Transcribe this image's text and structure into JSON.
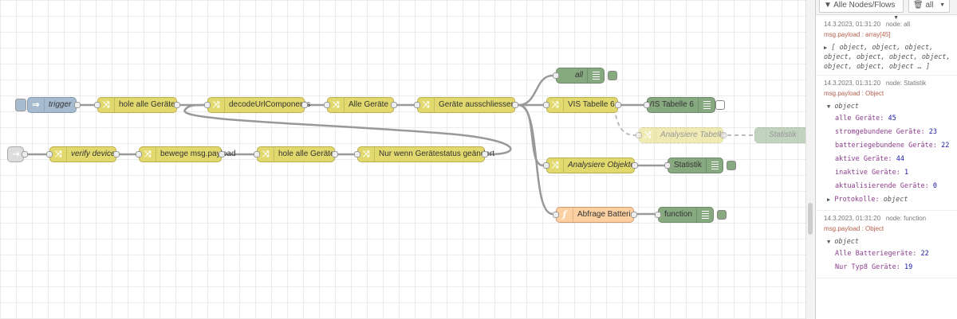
{
  "toolbar": {
    "filter_label": "Alle Nodes/Flows",
    "clear_label": "all"
  },
  "nodes": {
    "trigger": "trigger",
    "hole_alle_geraete_1": "hole alle Geräte",
    "decode": "decodeUrlComponents",
    "alle_geraete": "Alle Geräte",
    "geraete_ausschliessen": "Geräte ausschliessen",
    "all_debug": "all",
    "vis_tabelle_6": "VIS Tabelle 6",
    "vis_tabelle_6_out": "VIS Tabelle 6",
    "analysiere_tabelle": "Analysiere Tabelle",
    "statistik_disabled": "Statistik",
    "verify_device": "verify device",
    "bewege_payload": "bewege msg.payload",
    "hole_alle_geraete_2": "hole alle Geräte",
    "nur_wenn": "Nur wenn Gerätestatus geändert",
    "analysiere_objekte": "Analysiere Objekte",
    "statistik": "Statistik",
    "abfrage_batterie": "Abfrage Batterie",
    "function_debug": "function"
  },
  "debug_messages": [
    {
      "timestamp": "14.3.2023, 01:31:20",
      "node": "node: all",
      "topic": "msg.payload : array[45]",
      "preview": "[ object, object, object, object, object, object, object, object, object, object … ]"
    },
    {
      "timestamp": "14.3.2023, 01:31:20",
      "node": "node: Statistik",
      "topic": "msg.payload : Object",
      "root": "object",
      "entries": [
        {
          "key": "alle Geräte",
          "value": "45"
        },
        {
          "key": "stromgebundene Geräte",
          "value": "23"
        },
        {
          "key": "batteriegebundene Geräte",
          "value": "22"
        },
        {
          "key": "aktive Geräte",
          "value": "44"
        },
        {
          "key": "inaktive Geräte",
          "value": "1"
        },
        {
          "key": "aktualisierende Geräte",
          "value": "0"
        }
      ],
      "collapsed": {
        "key": "Protokolle",
        "value": "object"
      }
    },
    {
      "timestamp": "14.3.2023, 01:31:20",
      "node": "node: function",
      "topic": "msg.payload : Object",
      "root": "object",
      "entries": [
        {
          "key": "Alle Batteriegeräte",
          "value": "22"
        },
        {
          "key": "Nur Typ8 Geräte",
          "value": "19"
        }
      ]
    }
  ]
}
